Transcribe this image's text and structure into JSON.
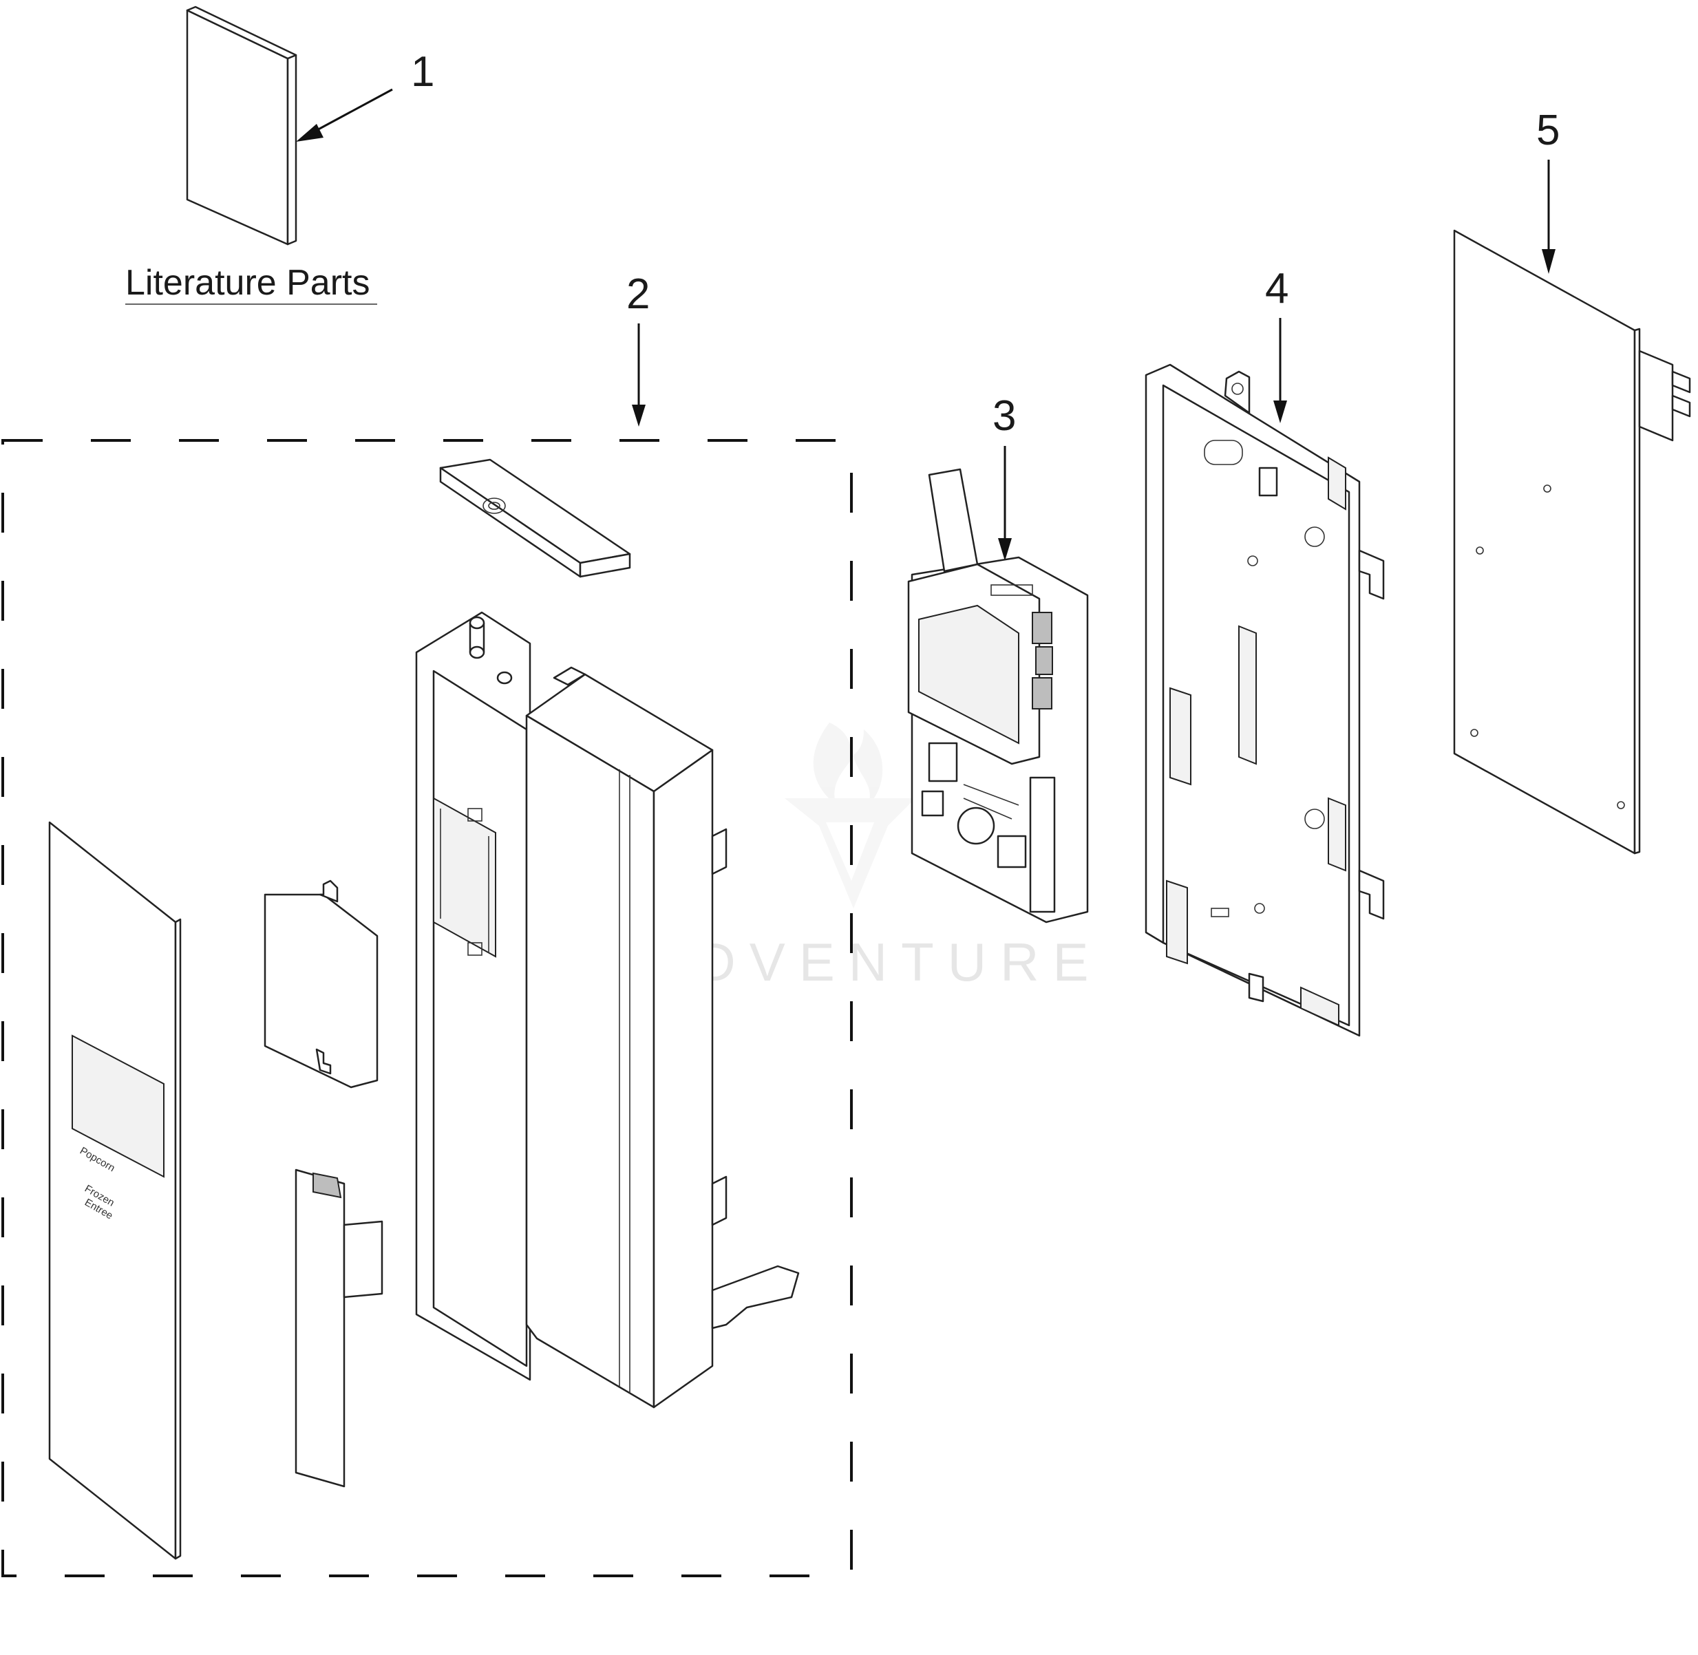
{
  "diagram": {
    "callouts": [
      {
        "id": "1",
        "label": "1"
      },
      {
        "id": "2",
        "label": "2"
      },
      {
        "id": "3",
        "label": "3"
      },
      {
        "id": "4",
        "label": "4"
      },
      {
        "id": "5",
        "label": "5"
      }
    ],
    "caption": "Literature Parts",
    "panel_text": [
      "Popcorn",
      "Frozen",
      "Entree"
    ],
    "watermark": "LEADVENTURE"
  }
}
